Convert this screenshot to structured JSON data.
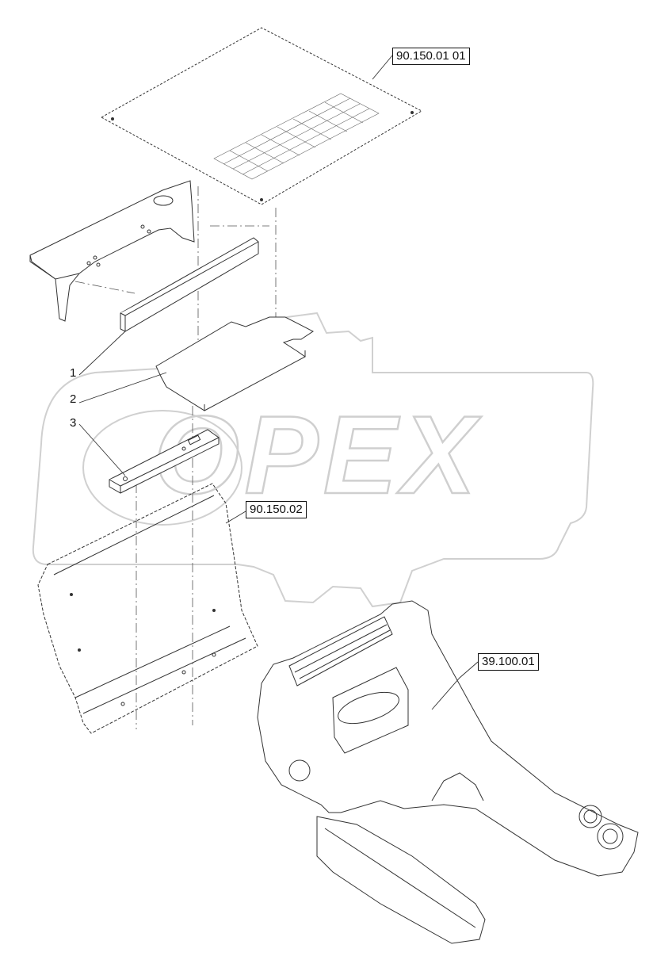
{
  "watermark": {
    "text": "OPEX",
    "color": "#d9d9d9"
  },
  "callouts": {
    "top_cover": "90.150.01 01",
    "rear_panel": "90.150.02",
    "console": "39.100.01"
  },
  "items": [
    "1",
    "2",
    "3"
  ]
}
